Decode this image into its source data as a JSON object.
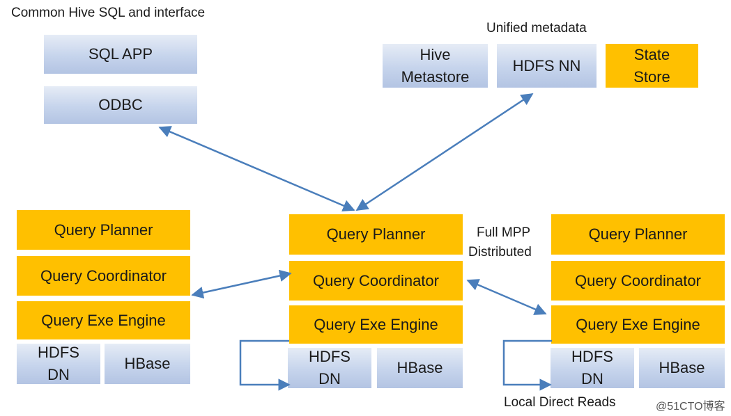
{
  "labels": {
    "interface_heading": "Common Hive SQL and interface",
    "metadata_heading": "Unified metadata",
    "mpp_line1": "Full MPP",
    "mpp_line2": "Distributed",
    "local_reads": "Local Direct Reads",
    "watermark": "@51CTO博客"
  },
  "interface_boxes": {
    "sql_app": "SQL APP",
    "odbc": "ODBC"
  },
  "metadata_boxes": {
    "hive_metastore_line1": "Hive",
    "hive_metastore_line2": "Metastore",
    "hdfs_nn": "HDFS NN",
    "state_store_line1": "State",
    "state_store_line2": "Store"
  },
  "nodes": [
    {
      "planner": "Query Planner",
      "coordinator": "Query Coordinator",
      "exe_engine": "Query Exe Engine",
      "hdfs_dn_line1": "HDFS",
      "hdfs_dn_line2": "DN",
      "hbase": "HBase"
    },
    {
      "planner": "Query Planner",
      "coordinator": "Query Coordinator",
      "exe_engine": "Query Exe Engine",
      "hdfs_dn_line1": "HDFS",
      "hdfs_dn_line2": "DN",
      "hbase": "HBase"
    },
    {
      "planner": "Query Planner",
      "coordinator": "Query Coordinator",
      "exe_engine": "Query Exe Engine",
      "hdfs_dn_line1": "HDFS",
      "hdfs_dn_line2": "DN",
      "hbase": "HBase"
    }
  ],
  "colors": {
    "component_fill": "#ffc000",
    "storage_fill": "#c6d4ec",
    "arrow": "#4a7ebb"
  }
}
